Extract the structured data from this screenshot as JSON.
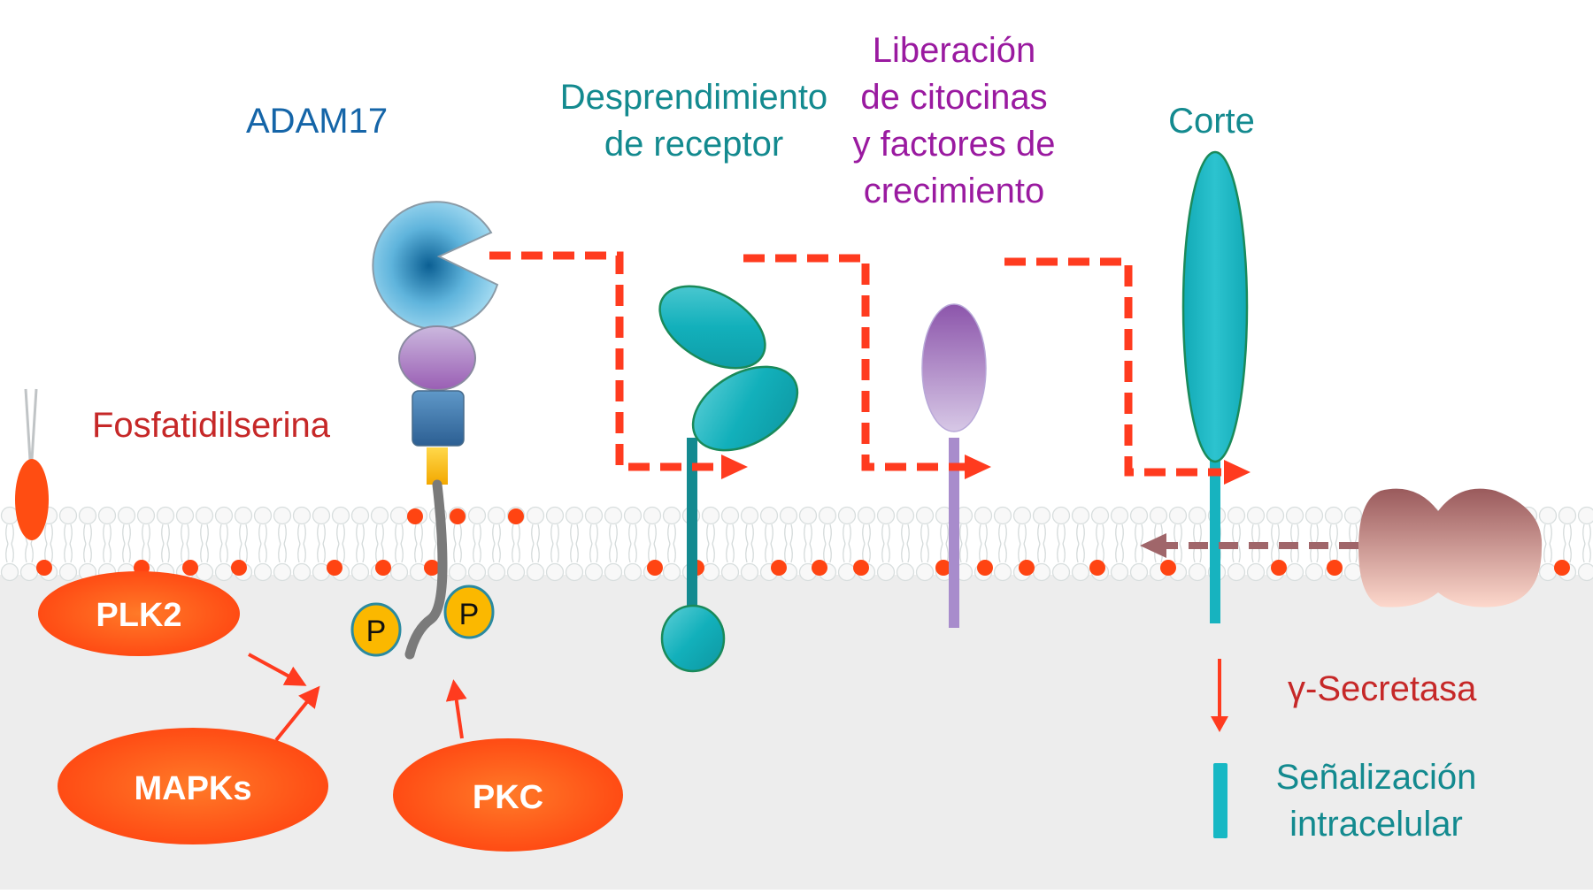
{
  "diagram": {
    "title_labels": {
      "adam17": "ADAM17",
      "shedding": [
        "Desprendimiento",
        "de receptor"
      ],
      "release": [
        "Liberación",
        "de citocinas",
        "y factores de",
        "crecimiento"
      ],
      "cleavage": "Corte"
    },
    "membrane_labels": {
      "phosphatidylserine": "Fosfatidilserina"
    },
    "kinases": [
      {
        "id": "plk2",
        "label": "PLK2"
      },
      {
        "id": "mapks",
        "label": "MAPKs"
      },
      {
        "id": "pkc",
        "label": "PKC"
      }
    ],
    "phospho_sites": [
      "P",
      "P"
    ],
    "legend": {
      "gamma_secretase": "γ-Secretasa",
      "signaling": [
        "Señalización",
        "intracelular"
      ]
    },
    "colors": {
      "adam_blue": "#1565a8",
      "teal_text": "#138a8f",
      "purple_text": "#9a1aa0",
      "red_text": "#c62828",
      "arrow_red": "#ff3b1f",
      "kinase_orange": "#ff4f14",
      "teal_protein": "#17b3bf",
      "purple_protein": "#a67cc4",
      "secretase": "#b9807c",
      "cytoplasm": "#ededed",
      "phosphate_yellow": "#fbb800"
    }
  }
}
